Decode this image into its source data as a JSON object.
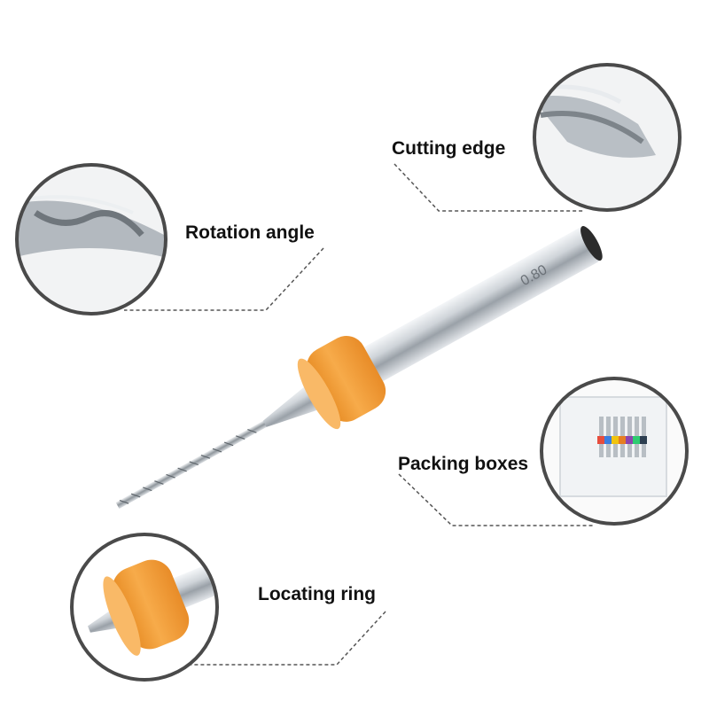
{
  "callouts": {
    "cutting_edge": {
      "label": "Cutting edge"
    },
    "rotation_angle": {
      "label": "Rotation angle"
    },
    "packing_boxes": {
      "label": "Packing boxes"
    },
    "locating_ring": {
      "label": "Locating ring"
    }
  },
  "product": {
    "shank_marking": "0.80"
  },
  "colors": {
    "ring": "#f5a13a",
    "steel": "#c8cdd2",
    "circle_border": "#4a4a4a",
    "leader_line": "#555555"
  }
}
